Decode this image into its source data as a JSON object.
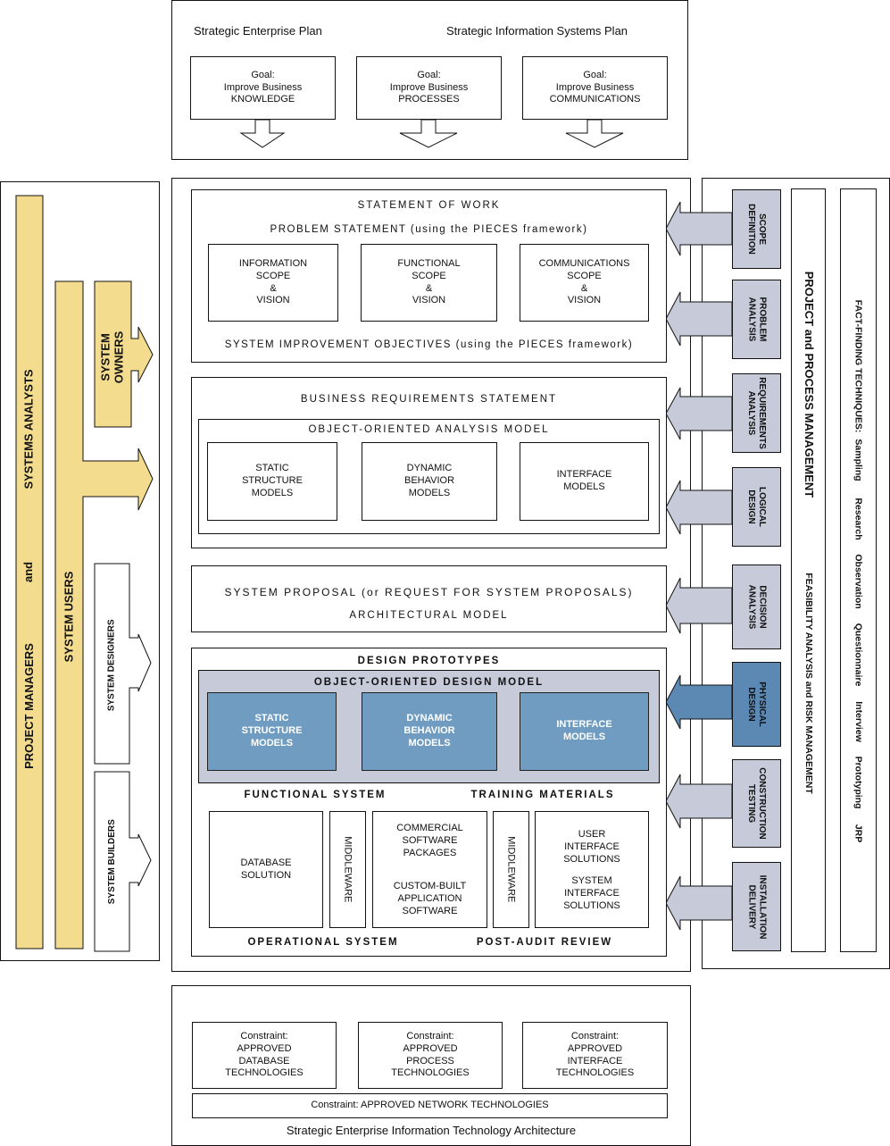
{
  "top": {
    "left_heading": "Strategic Enterprise Plan",
    "right_heading": "Strategic Information Systems Plan",
    "goals": [
      "Goal:\nImprove Business\nKNOWLEDGE",
      "Goal:\nImprove Business\nPROCESSES",
      "Goal:\nImprove Business\nCOMMUNICATIONS"
    ]
  },
  "left_roles": {
    "project_managers": "PROJECT MANAGERS",
    "and": "and",
    "systems_analysts": "SYSTEMS ANALYSTS",
    "system_users": "SYSTEM USERS",
    "system_owners": "SYSTEM\nOWNERS",
    "system_designers": "SYSTEM DESIGNERS",
    "system_builders": "SYSTEM BUILDERS"
  },
  "section1": {
    "title": "STATEMENT OF WORK",
    "subtitle": "PROBLEM STATEMENT (using the PIECES framework)",
    "cells": [
      "INFORMATION\nSCOPE\n&\nVISION",
      "FUNCTIONAL\nSCOPE\n&\nVISION",
      "COMMUNICATIONS\nSCOPE\n&\nVISION"
    ],
    "footer": "SYSTEM IMPROVEMENT OBJECTIVES (using the PIECES framework)"
  },
  "section2": {
    "title": "BUSINESS REQUIREMENTS STATEMENT",
    "inner_title": "OBJECT-ORIENTED ANALYSIS MODEL",
    "cells": [
      "STATIC\nSTRUCTURE\nMODELS",
      "DYNAMIC\nBEHAVIOR\nMODELS",
      "INTERFACE\nMODELS"
    ]
  },
  "section3": {
    "title": "SYSTEM PROPOSAL (or REQUEST FOR SYSTEM PROPOSALS)",
    "subtitle": "ARCHITECTURAL MODEL"
  },
  "section4": {
    "title": "DESIGN PROTOTYPES",
    "inner_title": "OBJECT-ORIENTED DESIGN MODEL",
    "cells": [
      "STATIC\nSTRUCTURE\nMODELS",
      "DYNAMIC\nBEHAVIOR\nMODELS",
      "INTERFACE\nMODELS"
    ],
    "functional_system": "FUNCTIONAL SYSTEM",
    "training_materials": "TRAINING MATERIALS",
    "database_solution": "DATABASE\nSOLUTION",
    "middleware_1": "MIDDLEWARE",
    "commercial": "COMMERCIAL\nSOFTWARE\nPACKAGES",
    "custom": "CUSTOM-BUILT\nAPPLICATION\nSOFTWARE",
    "middleware_2": "MIDDLEWARE",
    "user_interface": "USER\nINTERFACE\nSOLUTIONS",
    "system_interface": "SYSTEM\nINTERFACE\nSOLUTIONS",
    "operational_system": "OPERATIONAL SYSTEM",
    "post_audit": "POST-AUDIT REVIEW"
  },
  "phases": [
    "SCOPE\nDEFINITION",
    "PROBLEM\nANALYSIS",
    "REQUIREMENTS\nANALYSIS",
    "LOGICAL\nDESIGN",
    "DECISION\nANALYSIS",
    "PHYSICAL\nDESIGN",
    "CONSTRUCTION\nTESTING",
    "INSTALLATION\nDELIVERY"
  ],
  "right_panel": {
    "management": "PROJECT and PROCESS MANAGEMENT",
    "feasibility": "FEASIBILITY ANALYSIS and RISK MANAGEMENT",
    "fact_finding_label": "FACT-FINDING TECHNIQUES:",
    "techniques": [
      "Sampling",
      "Research",
      "Observation",
      "Questionnaire",
      "Interview",
      "Prototyping",
      "JRP"
    ]
  },
  "bottom": {
    "constraints": [
      "Constraint:\nAPPROVED\nDATABASE\nTECHNOLOGIES",
      "Constraint:\nAPPROVED\nPROCESS\nTECHNOLOGIES",
      "Constraint:\nAPPROVED\nINTERFACE\nTECHNOLOGIES"
    ],
    "network": "Constraint: APPROVED NETWORK TECHNOLOGIES",
    "caption": "Strategic Enterprise Information Technology Architecture"
  },
  "colors": {
    "role_fill": "#f3dc8d",
    "phase_fill": "#c7cbd9",
    "phase_dark_fill": "#5b89b4",
    "design_panel": "#c7cbd9",
    "design_cell": "#6f9cc0"
  }
}
